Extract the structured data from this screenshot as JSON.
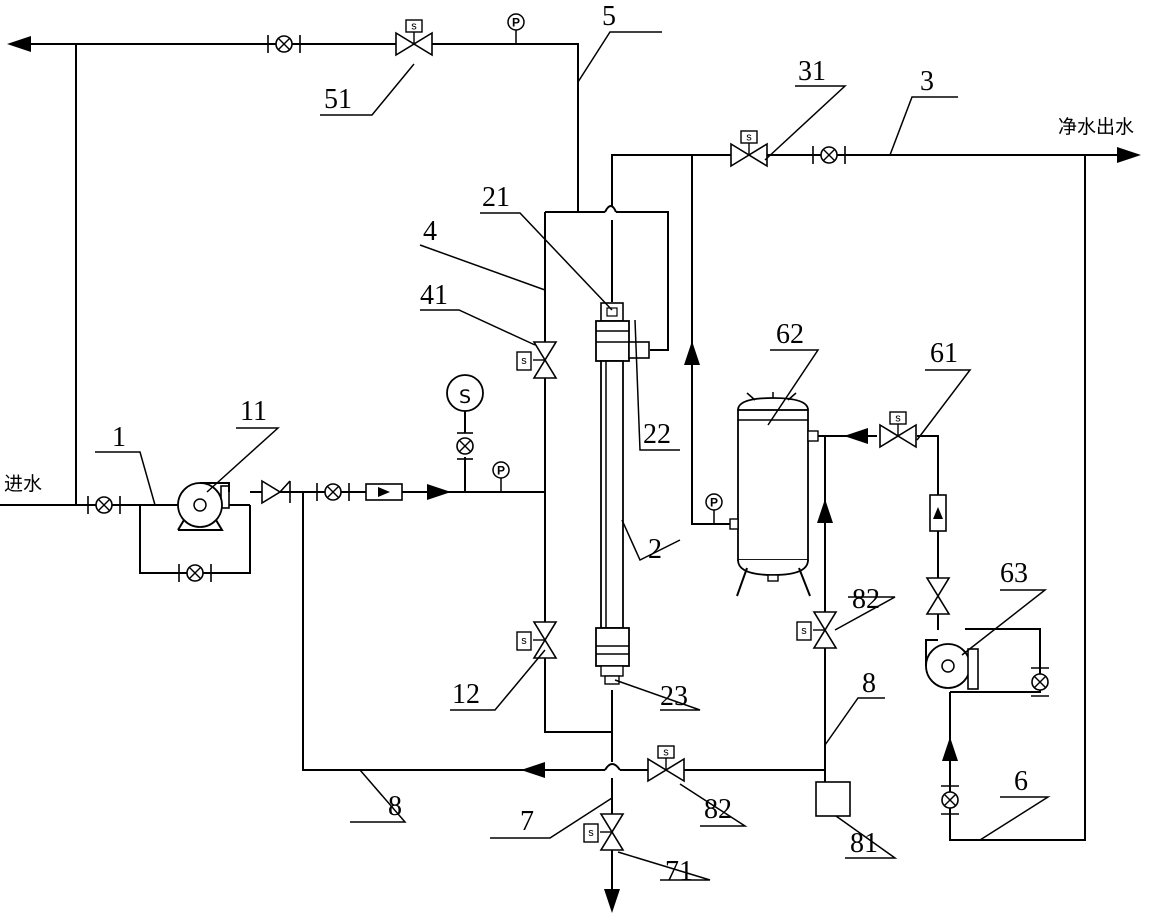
{
  "texts": {
    "inlet": "进水",
    "outlet": "净水出水",
    "s": "S",
    "p": "P"
  },
  "labels": {
    "l1": "1",
    "l11": "11",
    "l12": "12",
    "l2": "2",
    "l21": "21",
    "l22": "22",
    "l23": "23",
    "l3": "3",
    "l31": "31",
    "l4": "4",
    "l41": "41",
    "l5": "5",
    "l51": "51",
    "l6": "6",
    "l61": "61",
    "l62": "62",
    "l63": "63",
    "l7": "7",
    "l71": "71",
    "l8a": "8",
    "l8b": "8",
    "l81": "81",
    "l82a": "82",
    "l82b": "82"
  },
  "icons": {
    "manual_valve": "circle-x-valve-icon",
    "solenoid_valve": "solenoid-valve-icon",
    "pressure_gauge": "pressure-gauge-icon",
    "flow_meter": "flow-meter-icon",
    "pump": "centrifugal-pump-icon",
    "check_valve": "check-valve-icon",
    "tank": "pressure-tank-icon"
  }
}
